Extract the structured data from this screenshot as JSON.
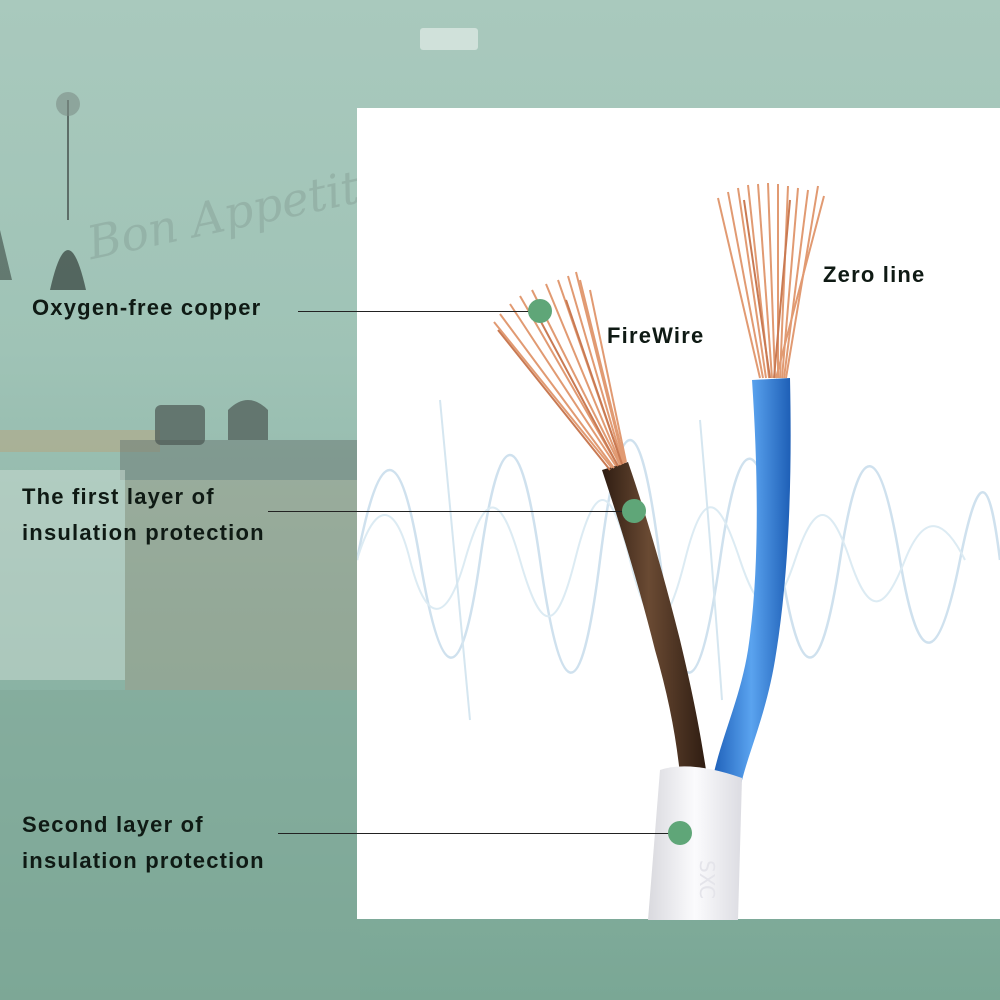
{
  "labels": {
    "oxygen_free_copper": "Oxygen-free copper",
    "fire_wire": "FireWire",
    "zero_line": "Zero line",
    "first_layer": "The first layer of\ninsulation protection",
    "second_layer": "Second layer of\ninsulation protection"
  },
  "background_text": {
    "sign": "Bon Appetit!"
  },
  "colors": {
    "marker_dot": "#5fa678",
    "brown_wire": "#4a2f1e",
    "blue_wire": "#2f78d0",
    "copper": "#e19a72",
    "sheath": "#f2f2f4",
    "wave": "#cfe1ee"
  },
  "sheath_print": "SXC"
}
